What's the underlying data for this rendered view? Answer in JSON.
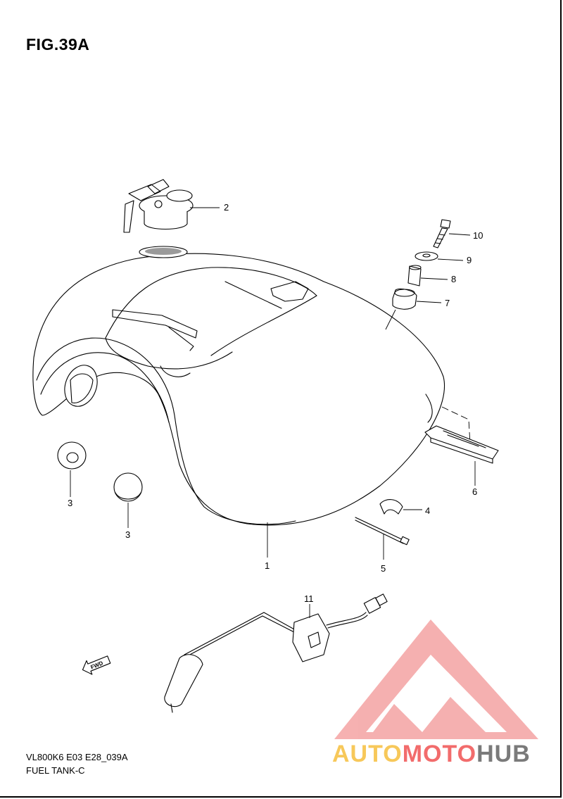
{
  "figure": {
    "title": "FIG.39A",
    "model_code": "VL800K6 E03 E28_039A",
    "description": "FUEL TANK-C"
  },
  "callouts": [
    {
      "id": "fuel-tank",
      "label": "1"
    },
    {
      "id": "fuel-cap",
      "label": "2"
    },
    {
      "id": "cap-left-a",
      "label": "3"
    },
    {
      "id": "cap-left-b",
      "label": "3"
    },
    {
      "id": "clamp",
      "label": "4"
    },
    {
      "id": "cable-tie",
      "label": "5"
    },
    {
      "id": "rear-cushion",
      "label": "6"
    },
    {
      "id": "cushion",
      "label": "7"
    },
    {
      "id": "spacer",
      "label": "8"
    },
    {
      "id": "washer",
      "label": "9"
    },
    {
      "id": "bolt",
      "label": "10"
    },
    {
      "id": "fuel-level-gauge",
      "label": "11"
    }
  ],
  "fwd_arrow": {
    "label": "FWD"
  },
  "watermark": {
    "part1": "AUTO",
    "part2": "MOTO",
    "part3": "HUB",
    "colors": {
      "auto": "#f7c85a",
      "moto": "#f26c6c",
      "hub": "#7a7a7a",
      "logo": "#f4a3a3"
    }
  }
}
